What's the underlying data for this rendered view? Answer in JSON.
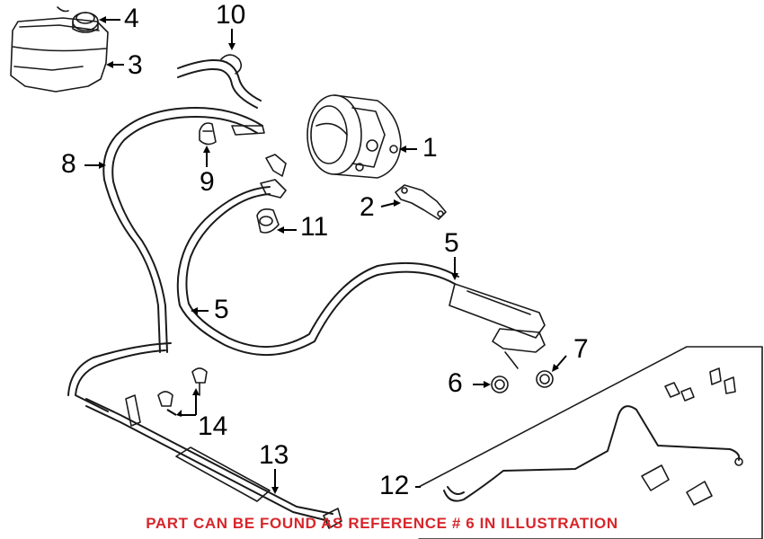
{
  "callouts": {
    "c1": "1",
    "c2": "2",
    "c3": "3",
    "c4": "4",
    "c5a": "5",
    "c5b": "5",
    "c6": "6",
    "c7": "7",
    "c8": "8",
    "c9": "9",
    "c10": "10",
    "c11": "11",
    "c12": "12",
    "c13": "13",
    "c14": "14"
  },
  "notice": "PART CAN BE FOUND AS REFERENCE # 6 IN ILLUSTRATION",
  "colors": {
    "notice": "#d8262b",
    "line": "#1a1a1a"
  }
}
